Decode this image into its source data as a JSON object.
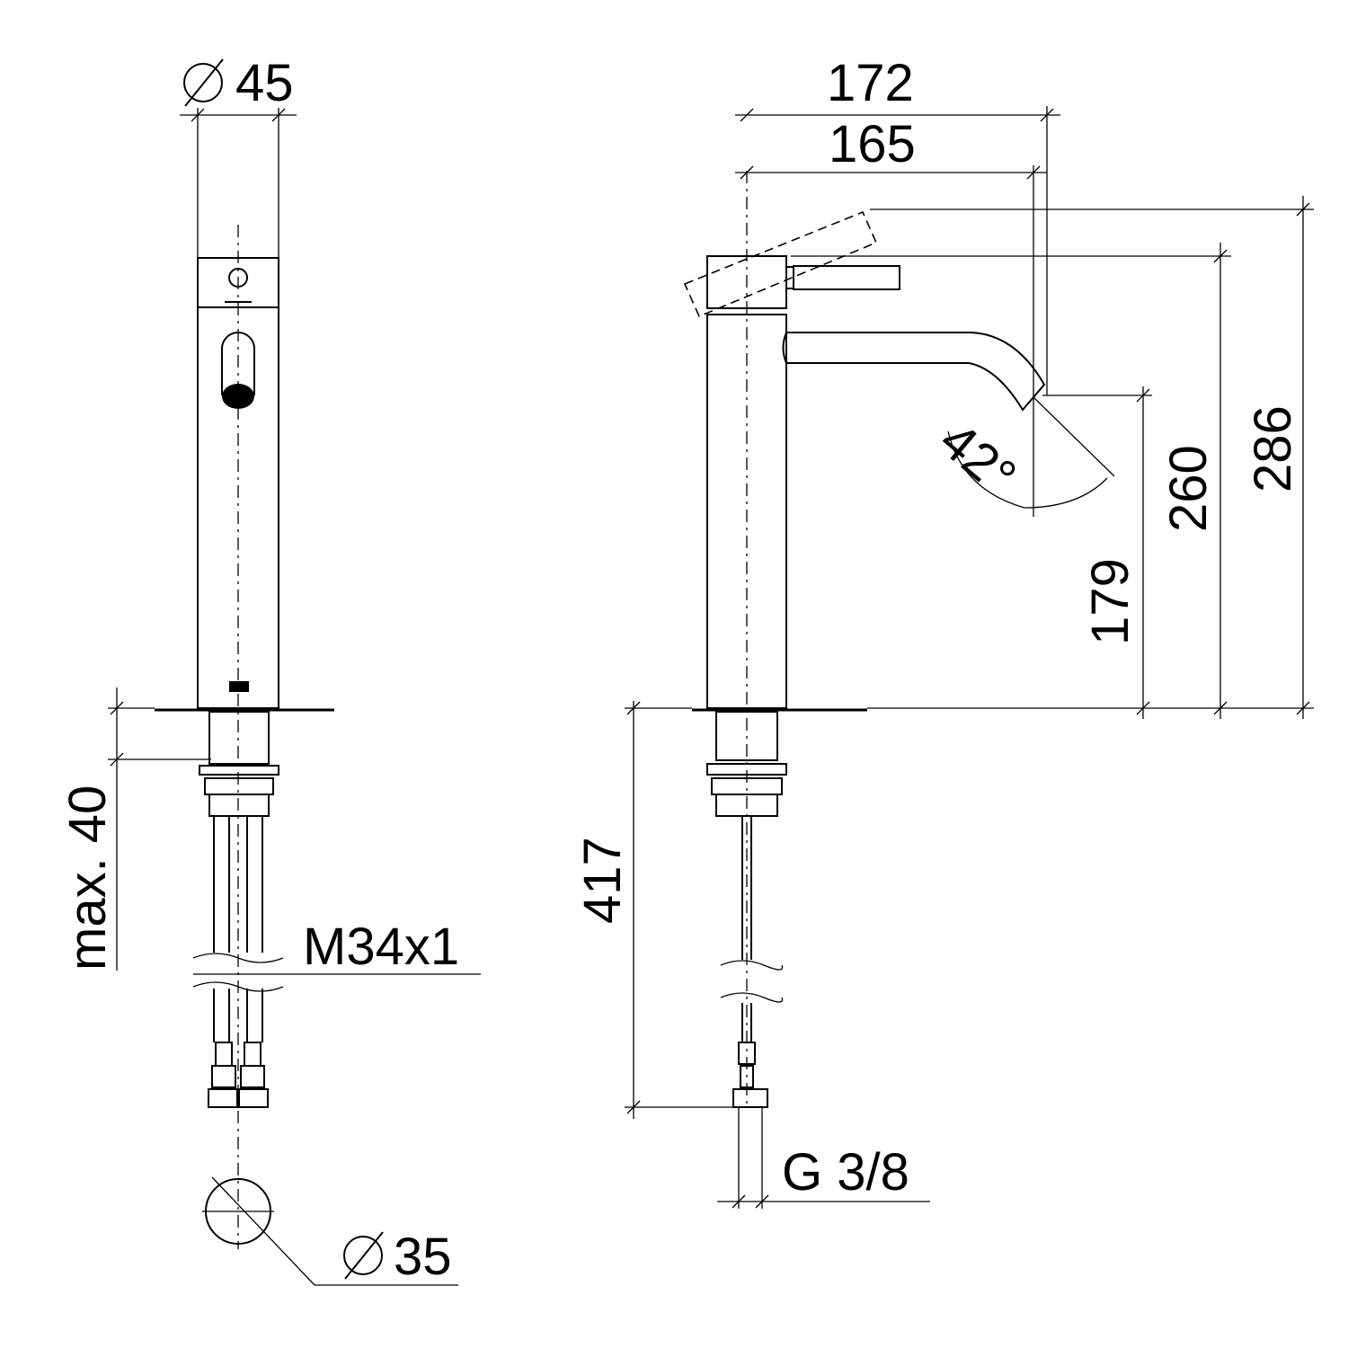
{
  "dimensions": {
    "front_diameter_top": "45",
    "side_width_outer": "172",
    "side_width_inner": "165",
    "spout_angle": "42°",
    "height_total": "286",
    "height_lever": "260",
    "height_spout": "179",
    "max_counter_thickness": "max. 40",
    "shank_thread": "M34x1",
    "hole_diameter": "35",
    "hose_length": "417",
    "connection_thread": "G 3/8"
  },
  "symbols": {
    "diameter_symbol": "diameter-icon"
  }
}
